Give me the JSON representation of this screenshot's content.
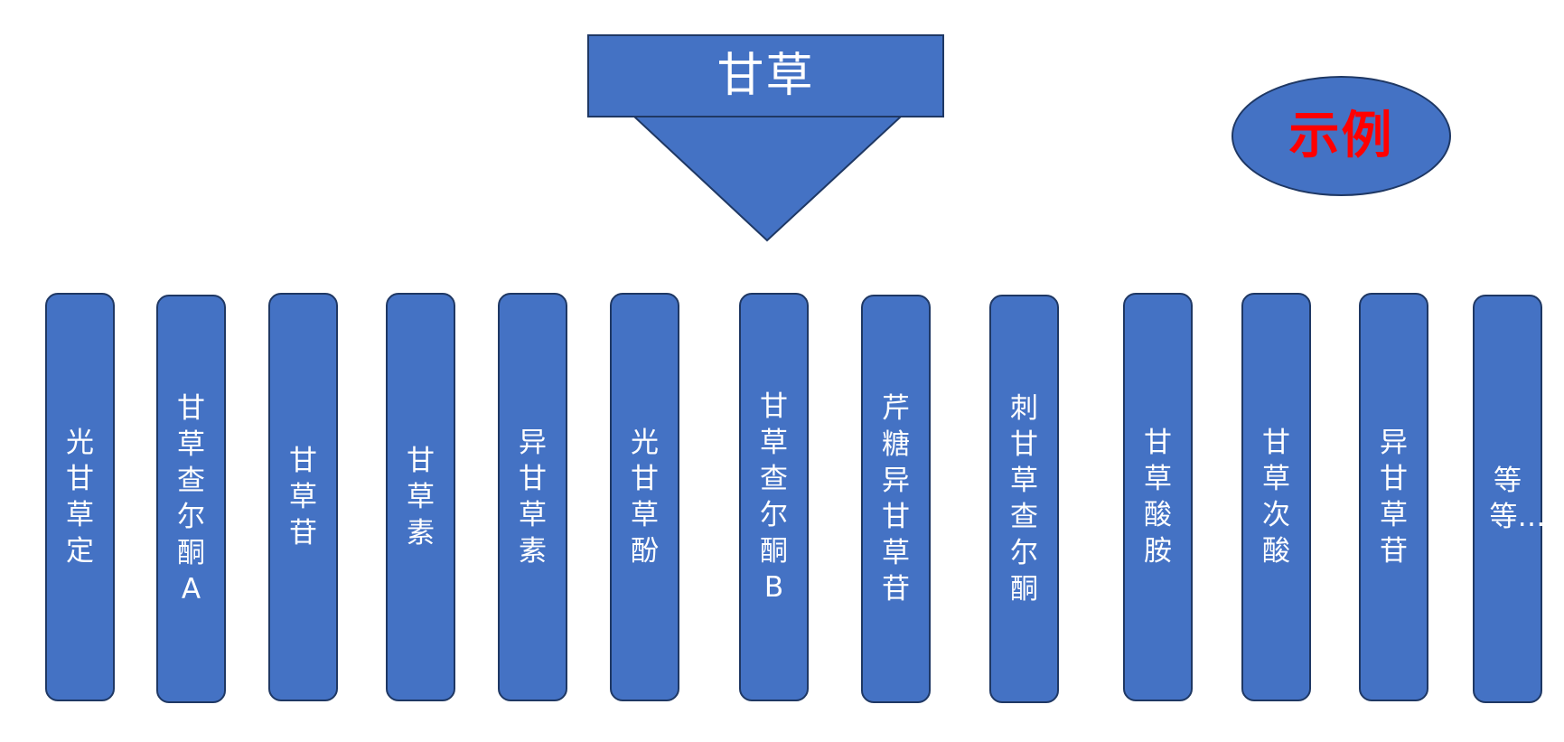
{
  "title": "甘草",
  "example_label": "示例",
  "colors": {
    "box_fill": "#4472C4",
    "box_border": "#1F3864",
    "box_text": "#FFFFFF",
    "example_text": "#FF0000"
  },
  "items": [
    "光甘草定",
    "甘草查尔酮A",
    "甘草苷",
    "甘草素",
    "异甘草素",
    "光甘草酚",
    "甘草查尔酮B",
    "芹糖异甘草苷",
    "刺甘草查尔酮",
    "甘草酸胺",
    "甘草次酸",
    "异甘草苷",
    "等等…"
  ]
}
